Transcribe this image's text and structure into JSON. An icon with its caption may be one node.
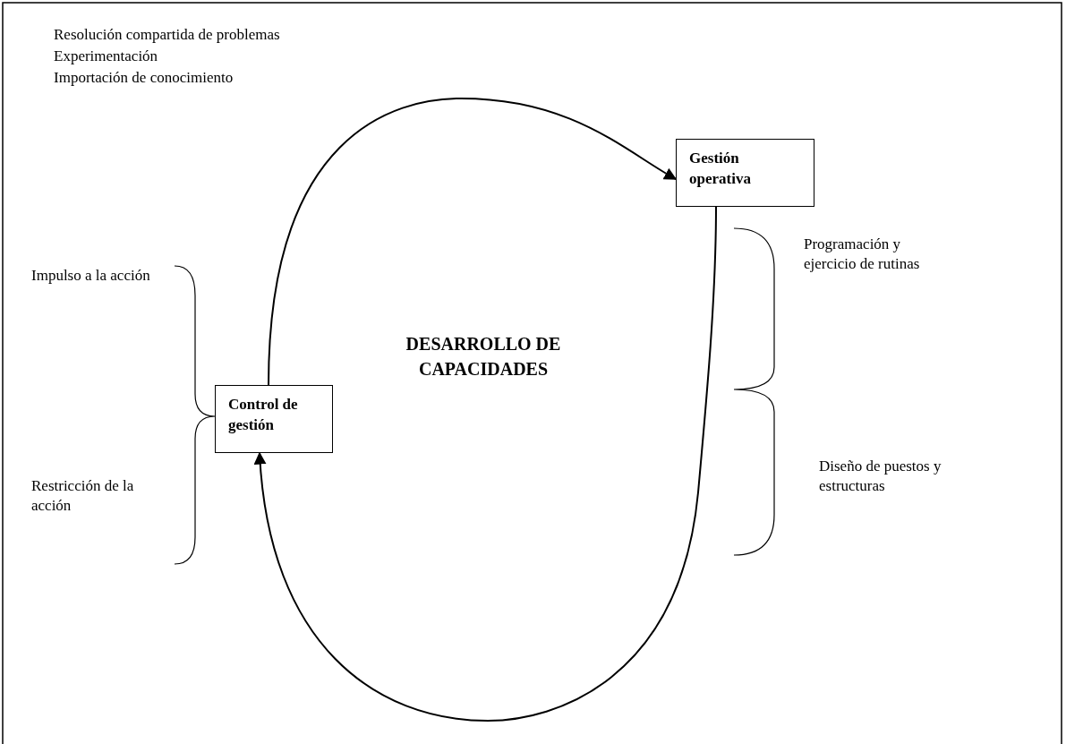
{
  "diagram": {
    "nodes": [
      {
        "text": [
          "Gestión operativa"
        ]
      },
      {
        "text": [
          "DESARROLLO DE CAPACIDADES"
        ]
      },
      {
        "text": [
          "Control de gestión"
        ]
      }
    ],
    "edges": [
      {
        "from": 2,
        "to": 0,
        "arrow": "to"
      },
      {
        "from": 0,
        "to": 2,
        "arrow": "to"
      }
    ],
    "labels": [
      "Resolución compartida de problemas",
      "Experimentación",
      "Importación de conocimiento",
      "Impulso a la acción",
      "Programación y ejercicio de rutinas",
      "Restricción de la acción",
      "Diseño de puestos y estructuras"
    ]
  }
}
